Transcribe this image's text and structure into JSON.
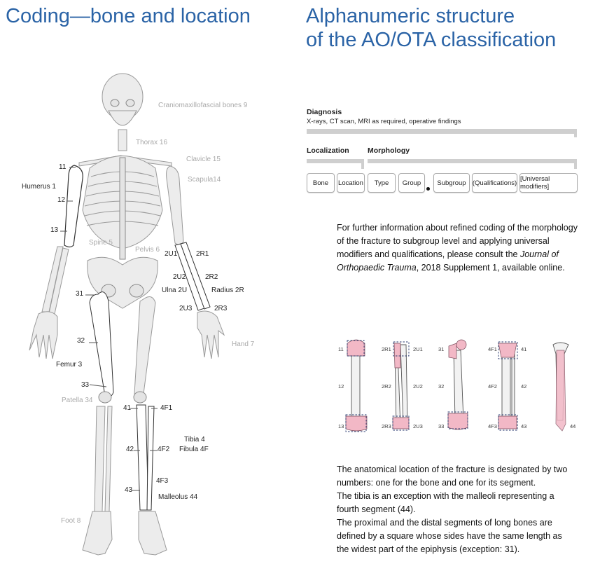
{
  "left": {
    "title": "Coding—bone and location",
    "labels": {
      "cranio": "Craniomaxillofascial bones 9",
      "thorax": "Thorax 16",
      "clavicle": "Clavicle 15",
      "scapula": "Scapula14",
      "l11": "11",
      "humerus": "Humerus 1",
      "l12": "12",
      "l13": "13",
      "spine": "Spine 5",
      "pelvis": "Pelvis 6",
      "u2u1": "2U1",
      "u2r1": "2R1",
      "u2u2": "2U2",
      "u2r2": "2R2",
      "ulna": "Ulna 2U",
      "radius": "Radius 2R",
      "l31": "31",
      "u2u3": "2U3",
      "u2r3": "2R3",
      "hand": "Hand 7",
      "l32": "32",
      "femur": "Femur 3",
      "l33": "33",
      "patella": "Patella 34",
      "l41": "41",
      "l4f1": "4F1",
      "tibia": "Tibia 4",
      "fibula": "Fibula 4F",
      "l42": "42",
      "l4f2": "4F2",
      "l4f3": "4F3",
      "l43": "43",
      "malleolus": "Malleolus 44",
      "foot": "Foot 8"
    }
  },
  "right": {
    "title_line1": "Alphanumeric structure",
    "title_line2": "of the AO/OTA classification",
    "diagnosis": {
      "heading": "Diagnosis",
      "subtext": "X-rays, CT scan, MRI as required, operative findings"
    },
    "localization": "Localization",
    "morphology": "Morphology",
    "boxes": [
      "Bone",
      "Location",
      "Type",
      "Group",
      "Subgroup",
      "(Qualifications)",
      "[Universal modifiers]"
    ],
    "info_para": {
      "before": "For further information about refined coding of the morphology of the fracture to subgroup level and applying universal modifiers and qualifications, please consult the ",
      "journal": "Journal of Orthopaedic Trauma",
      "after": ", 2018 Supplement 1, available online."
    },
    "mini_labels": {
      "h11": "11",
      "h12": "12",
      "h13": "13",
      "r2r1": "2R1",
      "r2u1": "2U1",
      "r2r2": "2R2",
      "r2u2": "2U2",
      "r2r3": "2R3",
      "r2u3": "2U3",
      "f31": "31",
      "f32": "32",
      "f33": "33",
      "t4f1": "4F1",
      "t41": "41",
      "t4f2": "4F2",
      "t42": "42",
      "t4f3": "4F3",
      "t43": "43",
      "m44": "44"
    },
    "bottom_para": [
      "The anatomical location of the fracture is designated by two numbers: one for the bone and one for its segment.",
      "The tibia is an exception with the malleoli representing a fourth segment (44).",
      "The proximal and the distal segments of long bones are defined by a square whose sides have the same length as the widest part of the epiphysis (exception: 31)."
    ]
  },
  "colors": {
    "title": "#2a63a6",
    "highlight": "#f2b8c6",
    "gray_label": "#aaaaaa",
    "bar": "#cfcfcf"
  }
}
